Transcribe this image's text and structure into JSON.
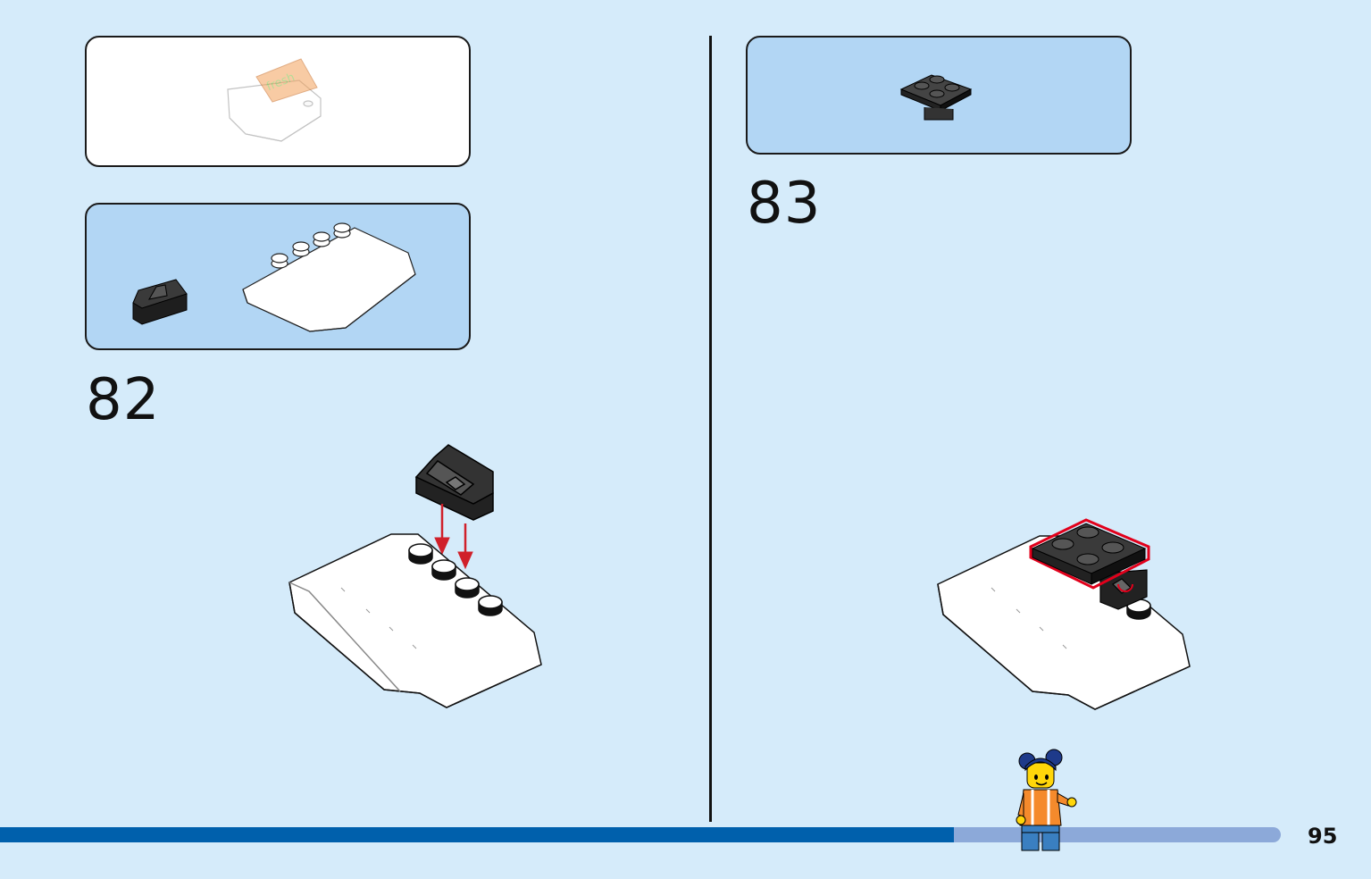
{
  "steps": [
    {
      "number": "82"
    },
    {
      "number": "83"
    }
  ],
  "page": {
    "number": "95"
  },
  "progress": {
    "fraction": 0.745
  },
  "decal": {
    "text": "fresh"
  },
  "colors": {
    "background": "#d5ebfa",
    "parts_box": "#b2d6f4",
    "progress_fill": "#0060ac",
    "progress_track": "#8ca9d9",
    "highlight": "#e1001b",
    "arrow": "#d0202a"
  },
  "icons": [
    "minifigure-icon",
    "arrow-down-icon"
  ]
}
